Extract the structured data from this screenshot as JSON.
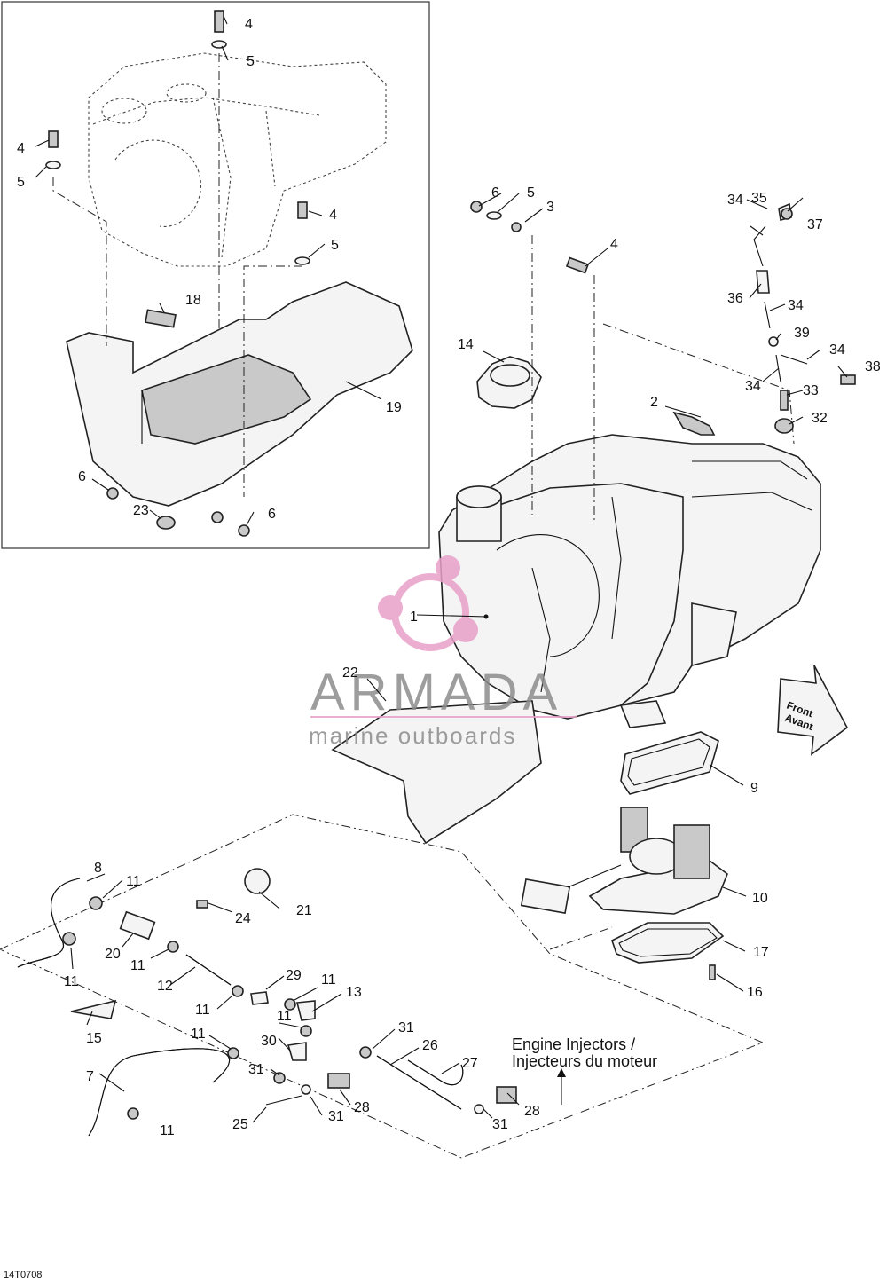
{
  "diagram_code": "14T0708",
  "notes": {
    "injectors_line1": "Engine Injectors /",
    "injectors_line2": "Injecteurs du moteur",
    "front_en": "Front",
    "front_fr": "Avant"
  },
  "watermark": {
    "brand": "ARMADA",
    "tagline": "marine outboards",
    "color": "#e8a0c8"
  },
  "callouts": [
    "1",
    "2",
    "3",
    "4",
    "5",
    "6",
    "7",
    "8",
    "9",
    "10",
    "11",
    "12",
    "13",
    "14",
    "15",
    "16",
    "17",
    "18",
    "19",
    "20",
    "21",
    "22",
    "23",
    "24",
    "25",
    "26",
    "27",
    "28",
    "29",
    "30",
    "31",
    "32",
    "33",
    "34",
    "35",
    "36",
    "37",
    "38",
    "39"
  ]
}
